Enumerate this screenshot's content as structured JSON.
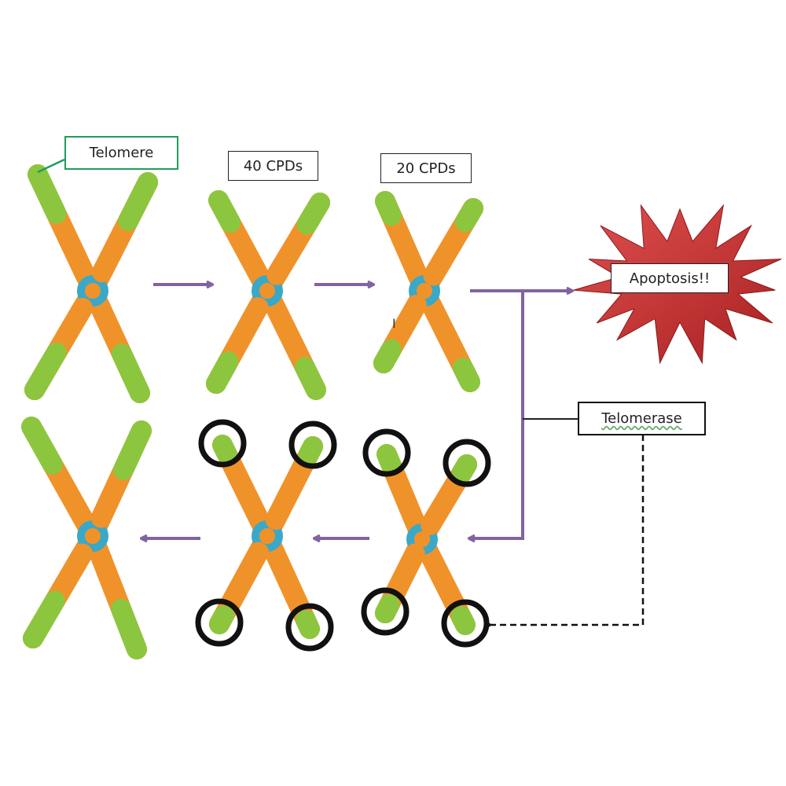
{
  "labels": {
    "telomere": "Telomere",
    "cpd40": "40 CPDs",
    "cpd20": "20 CPDs",
    "apoptosis": "Apoptosis!!",
    "telomerase": "Telomerase",
    "cursor_mark": "I"
  },
  "colors": {
    "arm": "#f0922a",
    "telomere": "#8cc63f",
    "centromere": "#3aa8c8",
    "arrow": "#8064a2",
    "telomere_box": "#1e9e5a",
    "apoptosis_star": "#c83232",
    "cap_ring": "#111111"
  }
}
